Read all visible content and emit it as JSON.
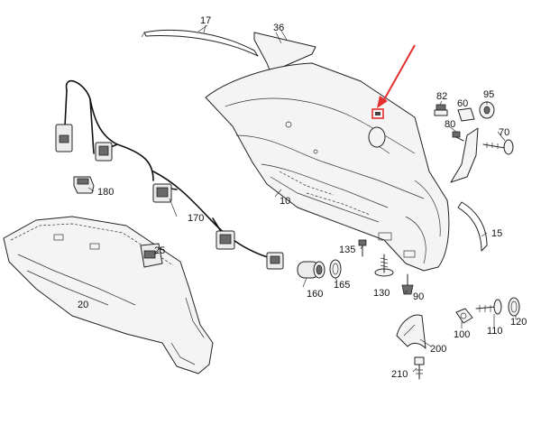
{
  "labels": {
    "p17": "17",
    "p36": "36",
    "p82": "82",
    "p60": "60",
    "p95": "95",
    "p80": "80",
    "p70": "70",
    "p180": "180",
    "p10": "10",
    "p170": "170",
    "p15": "15",
    "p25": "25",
    "p135": "135",
    "p20": "20",
    "p160": "160",
    "p165": "165",
    "p130": "130",
    "p90": "90",
    "p100": "100",
    "p110": "110",
    "p120": "120",
    "p200": "200",
    "p210": "210"
  },
  "colors": {
    "highlight": "#e53030",
    "line": "#222222",
    "part_fill": "#ececec"
  }
}
